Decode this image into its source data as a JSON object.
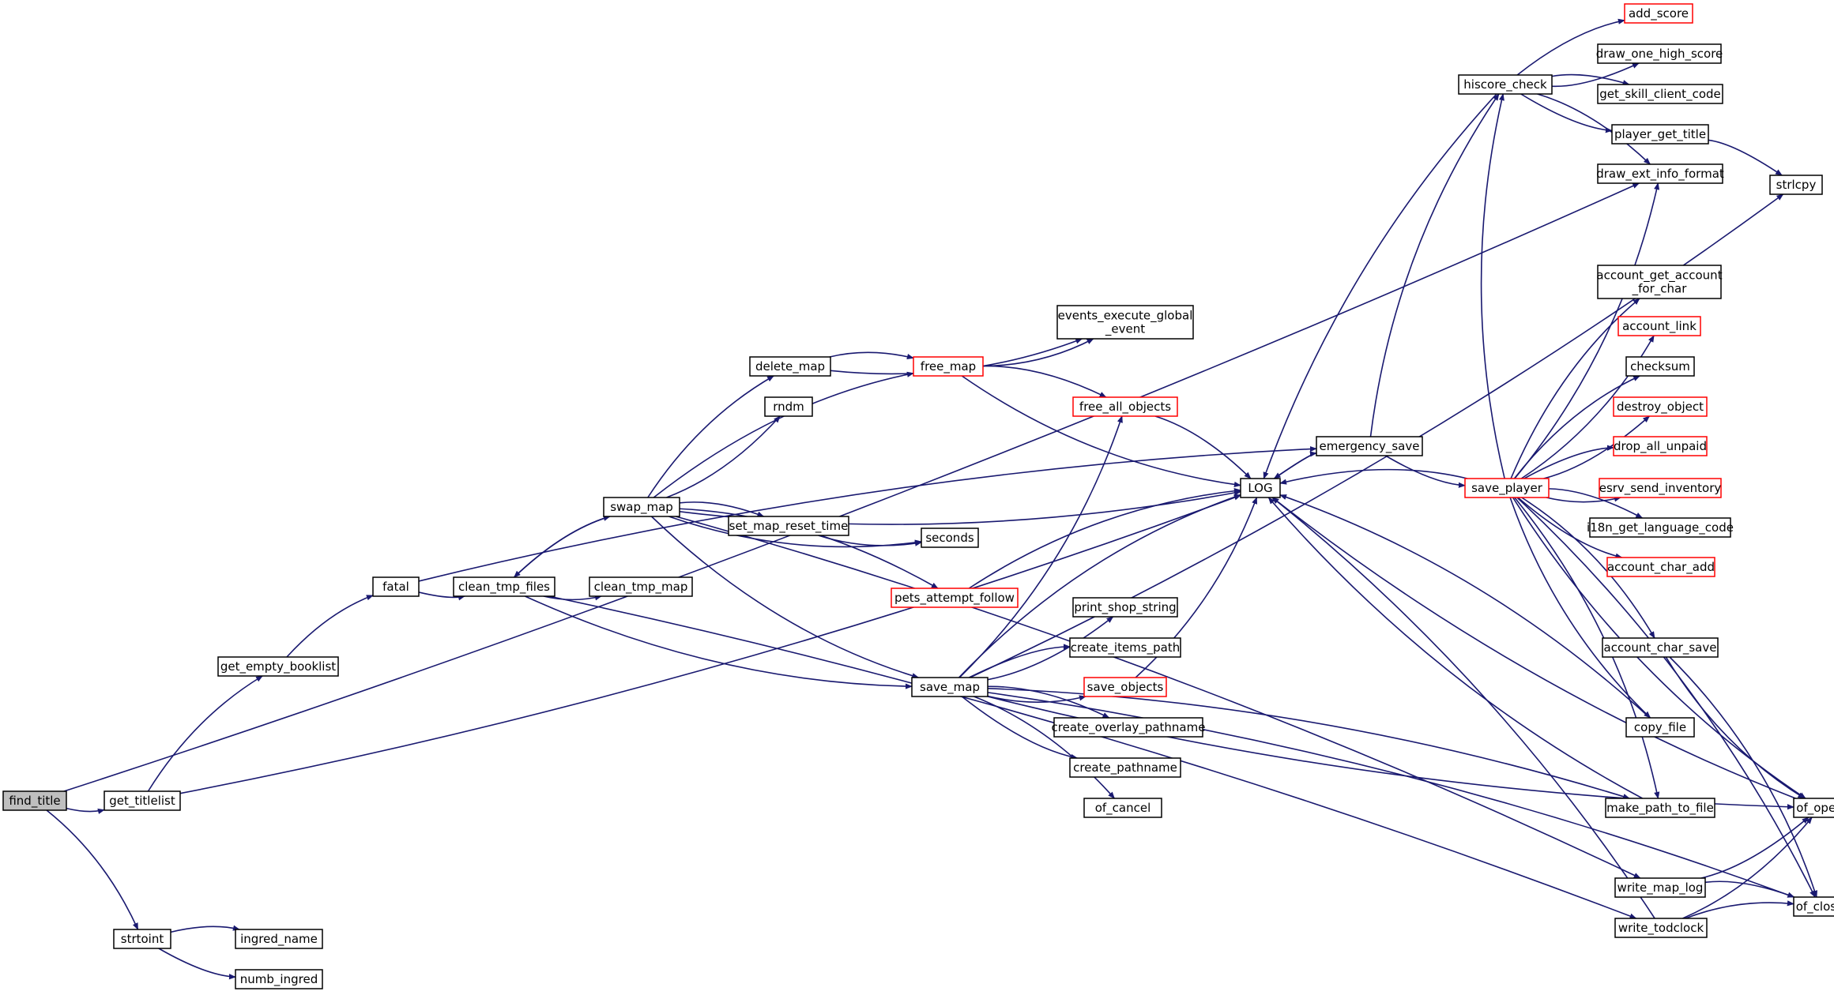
{
  "graph": {
    "title": "",
    "colors": {
      "edge": "#191970",
      "node_border": "#000000",
      "node_border_truncated": "#ff0000",
      "root_fill": "#bfbfbf",
      "node_fill": "#ffffff"
    },
    "nodes": [
      {
        "id": "find_title",
        "lines": [
          "find_title"
        ],
        "root": true
      },
      {
        "id": "get_titlelist",
        "lines": [
          "get_titlelist"
        ]
      },
      {
        "id": "strtoint",
        "lines": [
          "strtoint"
        ]
      },
      {
        "id": "ingred_name",
        "lines": [
          "ingred_name"
        ]
      },
      {
        "id": "numb_ingred",
        "lines": [
          "numb_ingred"
        ]
      },
      {
        "id": "get_empty_booklist",
        "lines": [
          "get_empty_booklist"
        ]
      },
      {
        "id": "fatal",
        "lines": [
          "fatal"
        ]
      },
      {
        "id": "clean_tmp_files",
        "lines": [
          "clean_tmp_files"
        ]
      },
      {
        "id": "clean_tmp_map",
        "lines": [
          "clean_tmp_map"
        ]
      },
      {
        "id": "swap_map",
        "lines": [
          "swap_map"
        ]
      },
      {
        "id": "delete_map",
        "lines": [
          "delete_map"
        ]
      },
      {
        "id": "rndm",
        "lines": [
          "rndm"
        ]
      },
      {
        "id": "set_map_reset_time",
        "lines": [
          "set_map_reset_time"
        ]
      },
      {
        "id": "pets_attempt_follow",
        "lines": [
          "pets_attempt_follow"
        ],
        "red": true
      },
      {
        "id": "free_map",
        "lines": [
          "free_map"
        ],
        "red": true
      },
      {
        "id": "seconds",
        "lines": [
          "seconds"
        ]
      },
      {
        "id": "events_execute_global_event",
        "lines": [
          "events_execute_global",
          "_event"
        ]
      },
      {
        "id": "free_all_objects",
        "lines": [
          "free_all_objects"
        ],
        "red": true
      },
      {
        "id": "save_map",
        "lines": [
          "save_map"
        ]
      },
      {
        "id": "print_shop_string",
        "lines": [
          "print_shop_string"
        ]
      },
      {
        "id": "create_items_path",
        "lines": [
          "create_items_path"
        ]
      },
      {
        "id": "save_objects",
        "lines": [
          "save_objects"
        ],
        "red": true
      },
      {
        "id": "create_overlay_pathname",
        "lines": [
          "create_overlay_pathname"
        ]
      },
      {
        "id": "create_pathname",
        "lines": [
          "create_pathname"
        ]
      },
      {
        "id": "of_cancel",
        "lines": [
          "of_cancel"
        ]
      },
      {
        "id": "LOG",
        "lines": [
          "LOG"
        ]
      },
      {
        "id": "emergency_save",
        "lines": [
          "emergency_save"
        ]
      },
      {
        "id": "hiscore_check",
        "lines": [
          "hiscore_check"
        ]
      },
      {
        "id": "save_player",
        "lines": [
          "save_player"
        ],
        "red": true
      },
      {
        "id": "add_score",
        "lines": [
          "add_score"
        ],
        "red": true
      },
      {
        "id": "draw_one_high_score",
        "lines": [
          "draw_one_high_score"
        ]
      },
      {
        "id": "get_skill_client_code",
        "lines": [
          "get_skill_client_code"
        ]
      },
      {
        "id": "player_get_title",
        "lines": [
          "player_get_title"
        ]
      },
      {
        "id": "draw_ext_info_format",
        "lines": [
          "draw_ext_info_format"
        ]
      },
      {
        "id": "strlcpy",
        "lines": [
          "strlcpy"
        ]
      },
      {
        "id": "account_get_account_for_char",
        "lines": [
          "account_get_account",
          "_for_char"
        ]
      },
      {
        "id": "account_link",
        "lines": [
          "account_link"
        ],
        "red": true
      },
      {
        "id": "checksum",
        "lines": [
          "checksum"
        ]
      },
      {
        "id": "destroy_object",
        "lines": [
          "destroy_object"
        ],
        "red": true
      },
      {
        "id": "drop_all_unpaid",
        "lines": [
          "drop_all_unpaid"
        ],
        "red": true
      },
      {
        "id": "esrv_send_inventory",
        "lines": [
          "esrv_send_inventory"
        ],
        "red": true
      },
      {
        "id": "i18n_get_language_code",
        "lines": [
          "i18n_get_language_code"
        ]
      },
      {
        "id": "account_char_add",
        "lines": [
          "account_char_add"
        ],
        "red": true
      },
      {
        "id": "account_char_save",
        "lines": [
          "account_char_save"
        ]
      },
      {
        "id": "copy_file",
        "lines": [
          "copy_file"
        ]
      },
      {
        "id": "make_path_to_file",
        "lines": [
          "make_path_to_file"
        ]
      },
      {
        "id": "write_map_log",
        "lines": [
          "write_map_log"
        ]
      },
      {
        "id": "write_todclock",
        "lines": [
          "write_todclock"
        ]
      },
      {
        "id": "of_open",
        "lines": [
          "of_open"
        ]
      },
      {
        "id": "of_close",
        "lines": [
          "of_close"
        ]
      }
    ],
    "edges": [
      [
        "find_title",
        "get_titlelist"
      ],
      [
        "find_title",
        "strtoint"
      ],
      [
        "find_title",
        "draw_ext_info_format"
      ],
      [
        "get_titlelist",
        "get_empty_booklist"
      ],
      [
        "get_titlelist",
        "LOG"
      ],
      [
        "strtoint",
        "ingred_name"
      ],
      [
        "strtoint",
        "numb_ingred"
      ],
      [
        "get_empty_booklist",
        "fatal"
      ],
      [
        "fatal",
        "clean_tmp_files"
      ],
      [
        "fatal",
        "emergency_save"
      ],
      [
        "clean_tmp_files",
        "clean_tmp_map"
      ],
      [
        "clean_tmp_files",
        "swap_map"
      ],
      [
        "clean_tmp_files",
        "save_map"
      ],
      [
        "clean_tmp_files",
        "write_todclock"
      ],
      [
        "swap_map",
        "clean_tmp_files"
      ],
      [
        "swap_map",
        "delete_map"
      ],
      [
        "swap_map",
        "rndm"
      ],
      [
        "swap_map",
        "free_map"
      ],
      [
        "swap_map",
        "LOG"
      ],
      [
        "swap_map",
        "set_map_reset_time"
      ],
      [
        "swap_map",
        "seconds"
      ],
      [
        "swap_map",
        "pets_attempt_follow"
      ],
      [
        "swap_map",
        "save_map"
      ],
      [
        "swap_map",
        "write_map_log"
      ],
      [
        "delete_map",
        "events_execute_global_event"
      ],
      [
        "delete_map",
        "free_map"
      ],
      [
        "free_map",
        "events_execute_global_event"
      ],
      [
        "free_map",
        "free_all_objects"
      ],
      [
        "free_map",
        "LOG"
      ],
      [
        "free_all_objects",
        "LOG"
      ],
      [
        "set_map_reset_time",
        "seconds"
      ],
      [
        "pets_attempt_follow",
        "LOG"
      ],
      [
        "save_map",
        "free_all_objects"
      ],
      [
        "save_map",
        "LOG"
      ],
      [
        "save_map",
        "print_shop_string"
      ],
      [
        "save_map",
        "create_items_path"
      ],
      [
        "save_map",
        "save_objects"
      ],
      [
        "save_map",
        "create_overlay_pathname"
      ],
      [
        "save_map",
        "create_pathname"
      ],
      [
        "save_map",
        "of_cancel"
      ],
      [
        "save_map",
        "strlcpy"
      ],
      [
        "save_map",
        "make_path_to_file"
      ],
      [
        "save_map",
        "of_open"
      ],
      [
        "save_map",
        "of_close"
      ],
      [
        "save_objects",
        "LOG"
      ],
      [
        "LOG",
        "emergency_save"
      ],
      [
        "emergency_save",
        "LOG"
      ],
      [
        "emergency_save",
        "hiscore_check"
      ],
      [
        "emergency_save",
        "save_player"
      ],
      [
        "hiscore_check",
        "add_score"
      ],
      [
        "hiscore_check",
        "draw_one_high_score"
      ],
      [
        "hiscore_check",
        "get_skill_client_code"
      ],
      [
        "hiscore_check",
        "player_get_title"
      ],
      [
        "hiscore_check",
        "draw_ext_info_format"
      ],
      [
        "hiscore_check",
        "LOG"
      ],
      [
        "player_get_title",
        "strlcpy"
      ],
      [
        "save_player",
        "LOG"
      ],
      [
        "save_player",
        "hiscore_check"
      ],
      [
        "save_player",
        "draw_ext_info_format"
      ],
      [
        "save_player",
        "account_get_account_for_char"
      ],
      [
        "save_player",
        "account_link"
      ],
      [
        "save_player",
        "checksum"
      ],
      [
        "save_player",
        "destroy_object"
      ],
      [
        "save_player",
        "drop_all_unpaid"
      ],
      [
        "save_player",
        "esrv_send_inventory"
      ],
      [
        "save_player",
        "i18n_get_language_code"
      ],
      [
        "save_player",
        "account_char_add"
      ],
      [
        "save_player",
        "account_char_save"
      ],
      [
        "save_player",
        "copy_file"
      ],
      [
        "save_player",
        "make_path_to_file"
      ],
      [
        "save_player",
        "of_open"
      ],
      [
        "save_player",
        "of_close"
      ],
      [
        "account_char_save",
        "of_open"
      ],
      [
        "account_char_save",
        "of_close"
      ],
      [
        "copy_file",
        "LOG"
      ],
      [
        "make_path_to_file",
        "LOG"
      ],
      [
        "write_map_log",
        "of_open"
      ],
      [
        "write_map_log",
        "of_close"
      ],
      [
        "write_todclock",
        "of_open"
      ],
      [
        "write_todclock",
        "of_close"
      ],
      [
        "write_todclock",
        "LOG"
      ],
      [
        "of_open",
        "LOG"
      ]
    ]
  }
}
